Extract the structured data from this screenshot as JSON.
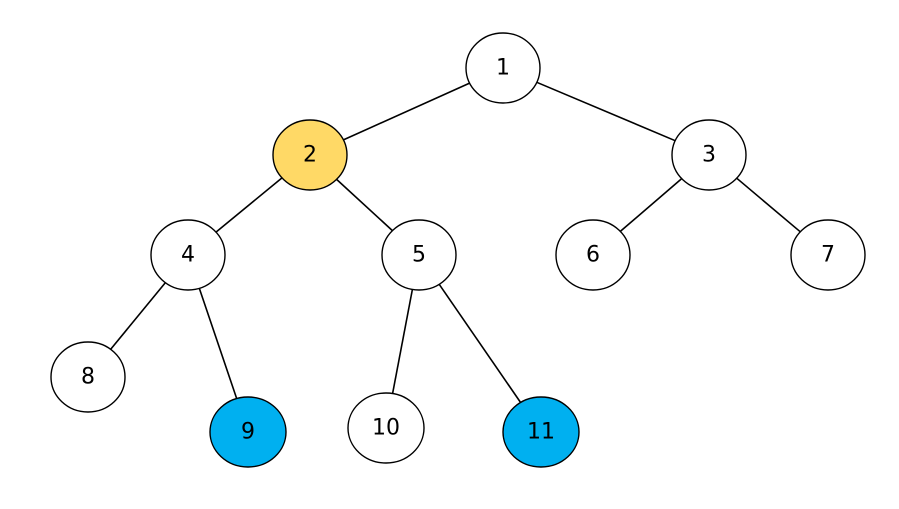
{
  "colors": {
    "default_fill": "#ffffff",
    "highlight_yellow": "#FFD966",
    "highlight_blue": "#00B0F0",
    "stroke": "#000000"
  },
  "nodes": [
    {
      "id": "1",
      "label": "1",
      "fill": "default_fill"
    },
    {
      "id": "2",
      "label": "2",
      "fill": "highlight_yellow"
    },
    {
      "id": "3",
      "label": "3",
      "fill": "default_fill"
    },
    {
      "id": "4",
      "label": "4",
      "fill": "default_fill"
    },
    {
      "id": "5",
      "label": "5",
      "fill": "default_fill"
    },
    {
      "id": "6",
      "label": "6",
      "fill": "default_fill"
    },
    {
      "id": "7",
      "label": "7",
      "fill": "default_fill"
    },
    {
      "id": "8",
      "label": "8",
      "fill": "default_fill"
    },
    {
      "id": "9",
      "label": "9",
      "fill": "highlight_blue"
    },
    {
      "id": "10",
      "label": "10",
      "fill": "default_fill"
    },
    {
      "id": "11",
      "label": "11",
      "fill": "highlight_blue"
    }
  ],
  "edges": [
    {
      "from": "1",
      "to": "2"
    },
    {
      "from": "1",
      "to": "3"
    },
    {
      "from": "2",
      "to": "4"
    },
    {
      "from": "2",
      "to": "5"
    },
    {
      "from": "3",
      "to": "6"
    },
    {
      "from": "3",
      "to": "7"
    },
    {
      "from": "4",
      "to": "8"
    },
    {
      "from": "4",
      "to": "9"
    },
    {
      "from": "5",
      "to": "10"
    },
    {
      "from": "5",
      "to": "11"
    }
  ]
}
